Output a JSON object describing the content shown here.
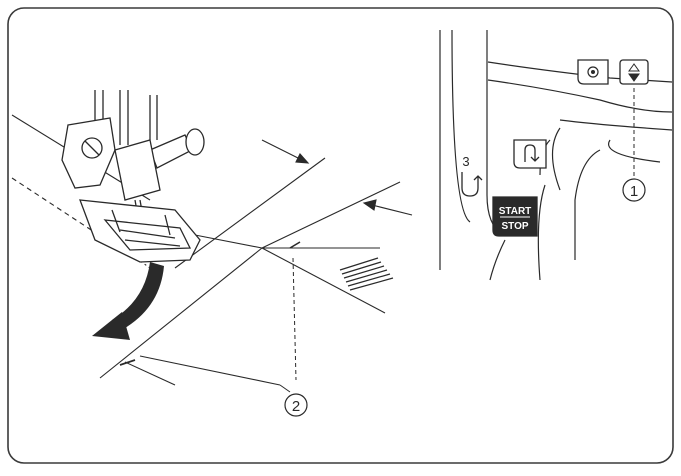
{
  "machine_panel": {
    "buttons": {
      "needle_stop_position": {
        "symbol": "◉"
      },
      "needle_up_down": {
        "symbol": "▲▼"
      },
      "reverse_stitch": {
        "symbol": "↰"
      },
      "start_stop": {
        "line1": "START",
        "line2": "STOP"
      }
    },
    "side_label": {
      "value": "3",
      "icon": "return-arrow-icon"
    }
  },
  "callouts": {
    "callout_1": "1",
    "callout_2": "2"
  },
  "colors": {
    "line": "#2a2a2a",
    "frame": "#3a3a3a",
    "paper": "#ffffff"
  }
}
